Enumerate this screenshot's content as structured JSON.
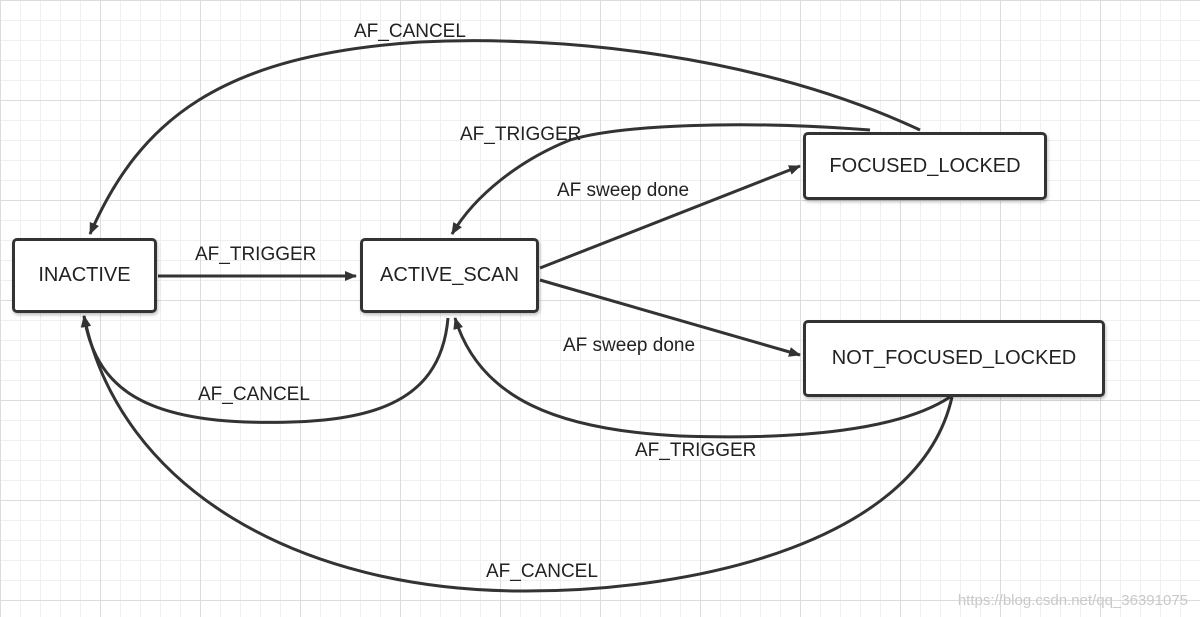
{
  "states": {
    "inactive": "INACTIVE",
    "active_scan": "ACTIVE_SCAN",
    "focused_locked": "FOCUSED_LOCKED",
    "not_focused_locked": "NOT_FOCUSED_LOCKED"
  },
  "transitions": {
    "inactive_to_active_scan": "AF_TRIGGER",
    "active_scan_to_inactive": "AF_CANCEL",
    "active_scan_to_focused_locked": "AF sweep done",
    "active_scan_to_not_focused_locked": "AF sweep done",
    "focused_locked_to_active_scan": "AF_TRIGGER",
    "focused_locked_to_inactive": "AF_CANCEL",
    "not_focused_locked_to_active_scan": "AF_TRIGGER",
    "not_focused_locked_to_inactive": "AF_CANCEL"
  },
  "watermark": "https://blog.csdn.net/qq_36391075",
  "colors": {
    "line": "#333333",
    "text": "#222222",
    "grid": "#dcdcdc"
  }
}
